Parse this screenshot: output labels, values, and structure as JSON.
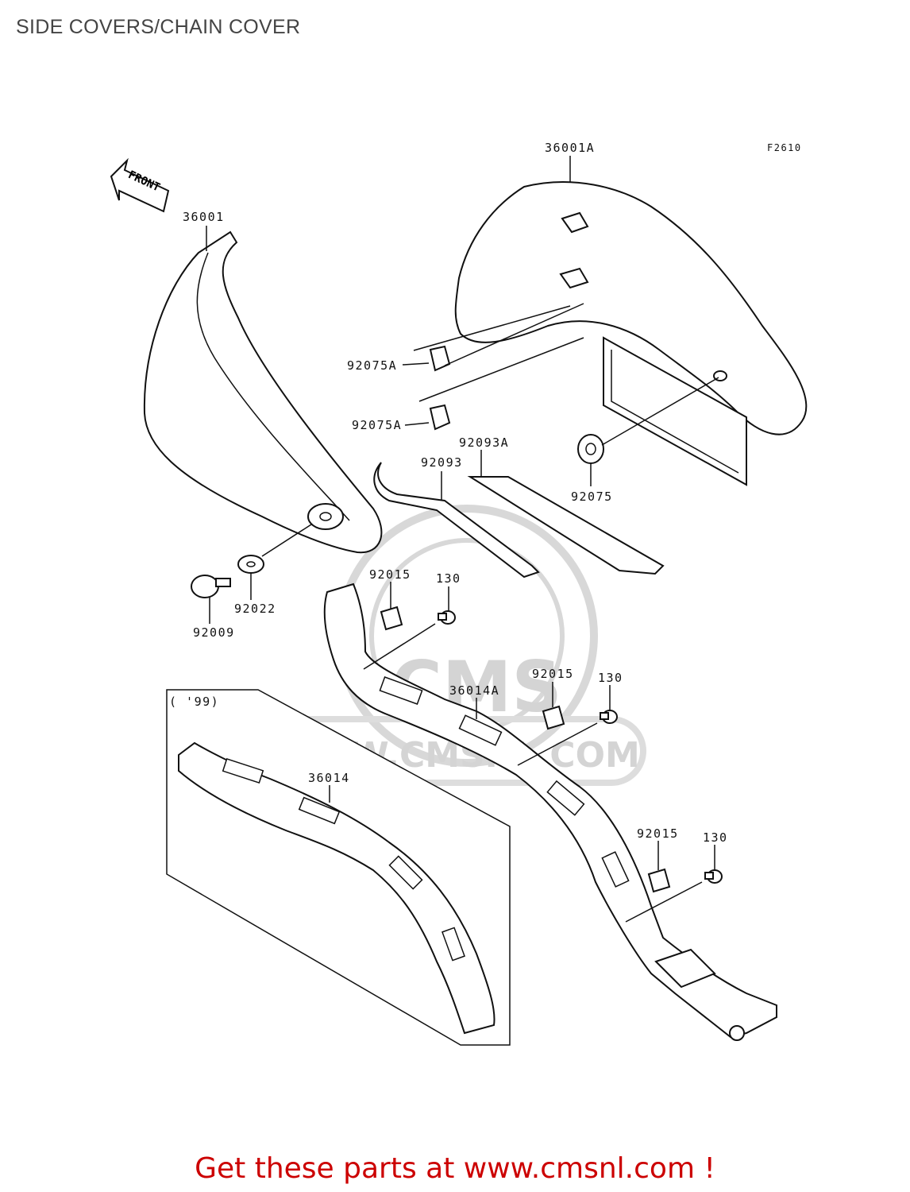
{
  "title": "SIDE COVERS/CHAIN COVER",
  "figure_code": "F2610",
  "front_arrow_label": "FRONT",
  "inset_label": "( '99)",
  "watermark": {
    "brand": "CMS",
    "url": "WWW.CMSNL.COM"
  },
  "promo": {
    "text": "Get these parts at www.cmsnl.com !",
    "color": "#cc0000"
  },
  "parts": [
    {
      "id": "36001A",
      "text": "36001A"
    },
    {
      "id": "36001",
      "text": "36001"
    },
    {
      "id": "92075A-1",
      "text": "92075A"
    },
    {
      "id": "92075A-2",
      "text": "92075A"
    },
    {
      "id": "92093A",
      "text": "92093A"
    },
    {
      "id": "92093",
      "text": "92093"
    },
    {
      "id": "92075",
      "text": "92075"
    },
    {
      "id": "92022",
      "text": "92022"
    },
    {
      "id": "92009",
      "text": "92009"
    },
    {
      "id": "92015-1",
      "text": "92015"
    },
    {
      "id": "130-1",
      "text": "130"
    },
    {
      "id": "92015-2",
      "text": "92015"
    },
    {
      "id": "130-2",
      "text": "130"
    },
    {
      "id": "36014A",
      "text": "36014A"
    },
    {
      "id": "36014",
      "text": "36014"
    },
    {
      "id": "92015-3",
      "text": "92015"
    },
    {
      "id": "130-3",
      "text": "130"
    }
  ]
}
